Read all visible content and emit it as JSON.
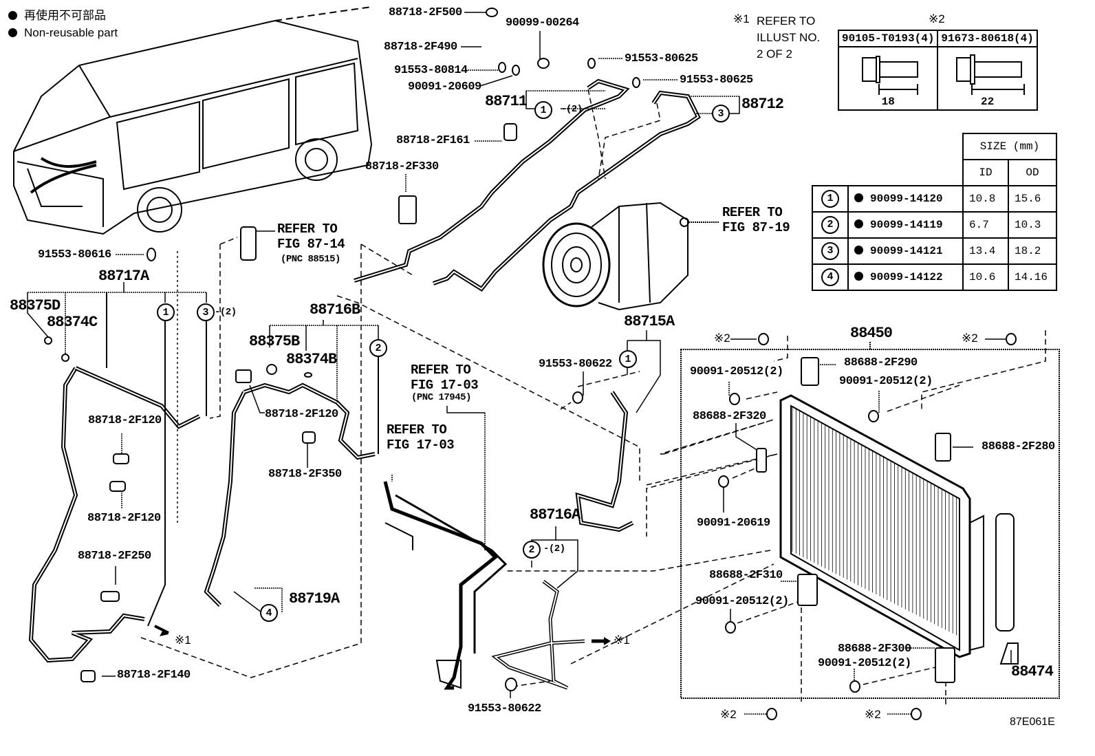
{
  "legend": {
    "line_jp": "再使用不可部品",
    "line_en": "Non-reusable part"
  },
  "note1": {
    "mark": "※1",
    "text": "REFER TO\nILLUST NO.\n2 OF 2"
  },
  "note2": {
    "mark": "※2",
    "bolts": [
      {
        "part": "90105-T0193(4)",
        "length": "18"
      },
      {
        "part": "91673-80618(4)",
        "length": "22"
      }
    ]
  },
  "size_table": {
    "header": "SIZE (mm)",
    "col_id": "ID",
    "col_od": "OD",
    "rows": [
      {
        "ref": "1",
        "part": "90099-14120",
        "id": "10.8",
        "od": "15.6"
      },
      {
        "ref": "2",
        "part": "90099-14119",
        "id": "6.7",
        "od": "10.3"
      },
      {
        "ref": "3",
        "part": "90099-14121",
        "id": "13.4",
        "od": "18.2"
      },
      {
        "ref": "4",
        "part": "90099-14122",
        "id": "10.6",
        "od": "14.16"
      }
    ]
  },
  "labels": {
    "p88718_2F500": "88718-2F500",
    "p90099_00264": "90099-00264",
    "p88718_2F490": "88718-2F490",
    "p91553_80814": "91553-80814",
    "p90091_20609": "90091-20609",
    "p88711": "88711",
    "p91553_80625a": "91553-80625",
    "p91553_80625b": "91553-80625",
    "p88712": "88712",
    "p88718_2F161": "88718-2F161",
    "p88718_2F330": "88718-2F330",
    "refer_87_19": "REFER TO\nFIG 87-19",
    "refer_87_14": "REFER TO\nFIG 87-14",
    "pnc_88515": "(PNC 88515)",
    "p91553_80616": "91553-80616",
    "p88717A": "88717A",
    "p88375D": "88375D",
    "p88374C": "88374C",
    "p88716B": "88716B",
    "p88375B": "88375B",
    "p88374B": "88374B",
    "p88718_2F120a": "88718-2F120",
    "p88718_2F120b": "88718-2F120",
    "p88718_2F120c": "88718-2F120",
    "p88718_2F350": "88718-2F350",
    "p88718_2F250": "88718-2F250",
    "p88718_2F140": "88718-2F140",
    "p88719A": "88719A",
    "refer_17_03a": "REFER TO\nFIG 17-03",
    "pnc_17945": "(PNC 17945)",
    "refer_17_03b": "REFER TO\nFIG 17-03",
    "p88715A": "88715A",
    "p91553_80622a": "91553-80622",
    "p88716A": "88716A",
    "p91553_80622b": "91553-80622",
    "p88450": "88450",
    "p88688_2F290": "88688-2F290",
    "p90091_20512a": "90091-20512(2)",
    "p90091_20512b": "90091-20512(2)",
    "p88688_2F320": "88688-2F320",
    "p88688_2F280": "88688-2F280",
    "p90091_20619": "90091-20619",
    "p88688_2F310": "88688-2F310",
    "p90091_20512c": "90091-20512(2)",
    "p88688_2F300": "88688-2F300",
    "p90091_20512d": "90091-20512(2)",
    "p88474": "88474",
    "ref_mark_1": "※1",
    "ref_mark_2": "※2",
    "qty_2": "-(2)",
    "illust_id": "87E061E"
  },
  "callouts": {
    "c1": "1",
    "c2": "2",
    "c3": "3",
    "c4": "4"
  }
}
